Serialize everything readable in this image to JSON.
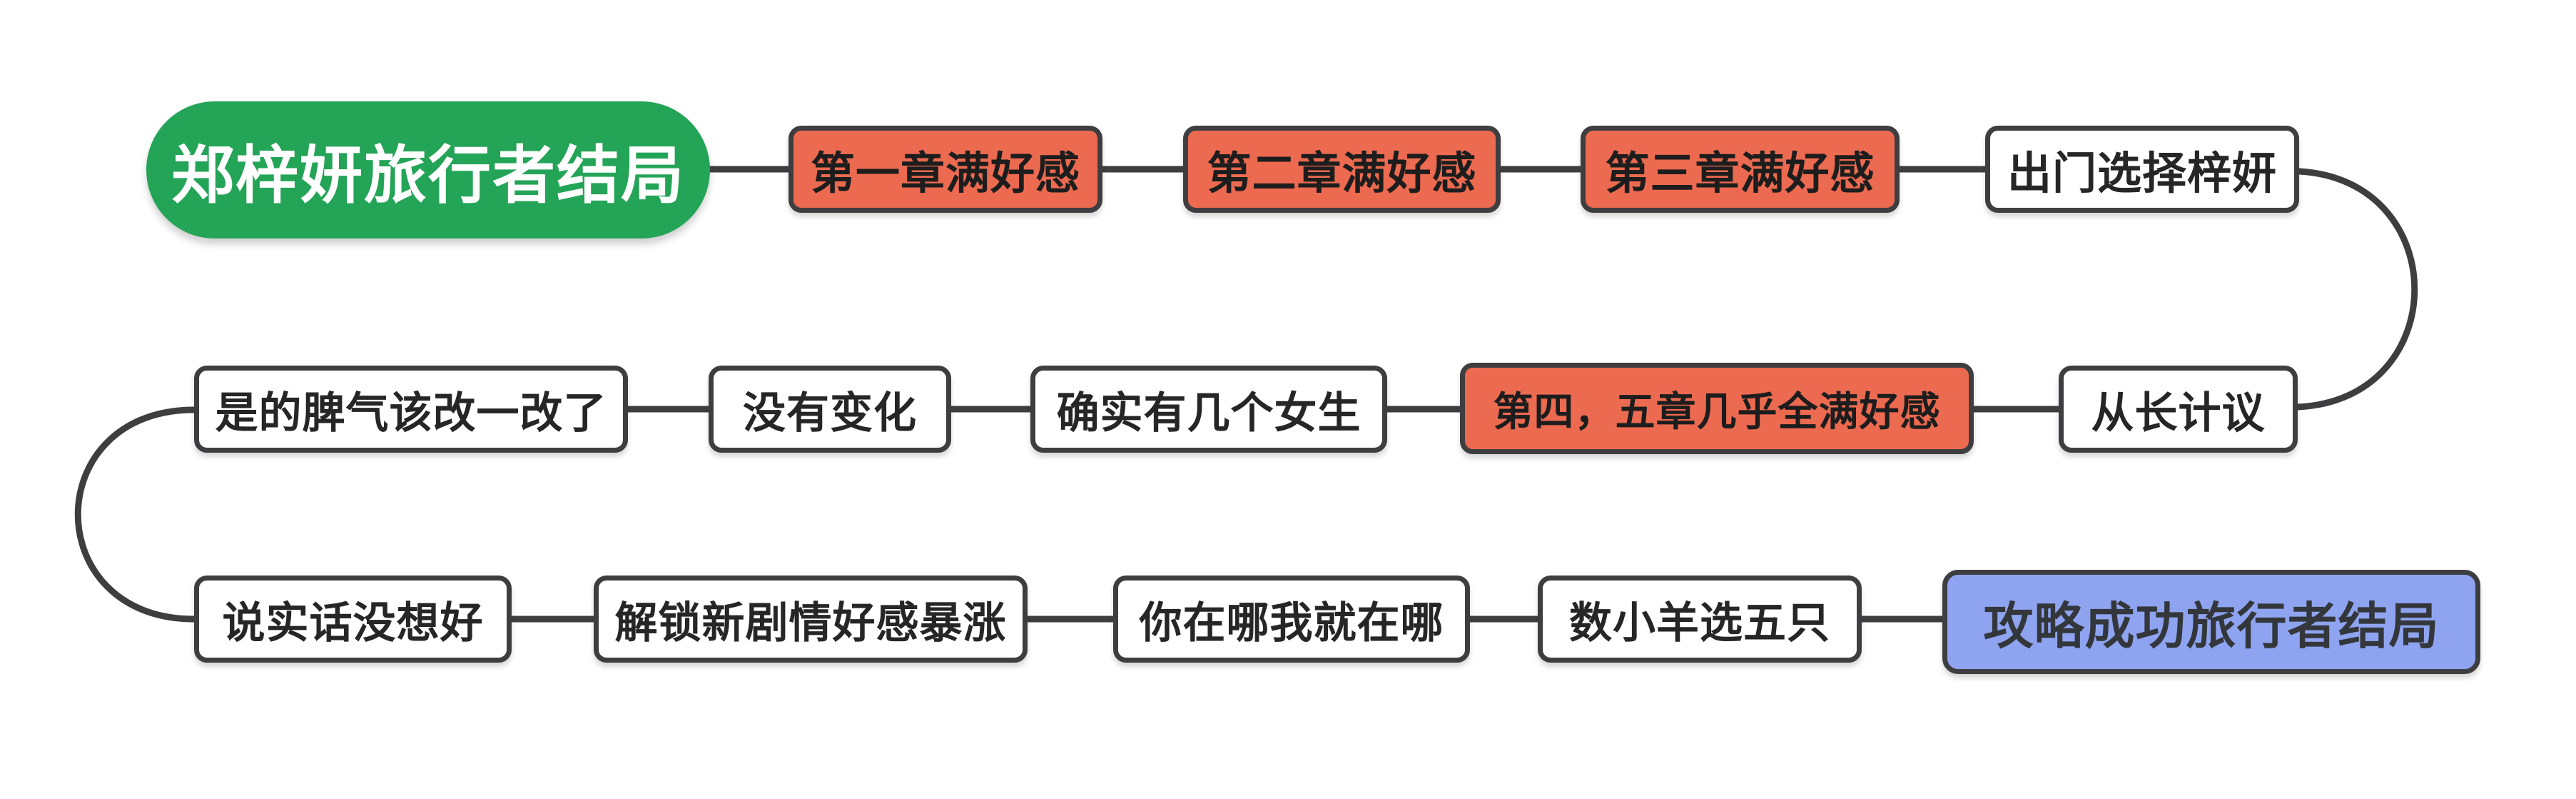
{
  "diagram": {
    "background": "#ffffff",
    "colors": {
      "root_fill": "#23a457",
      "root_text": "#ffffff",
      "milestone_fill": "#ec6a50",
      "step_fill": "#ffffff",
      "ending_fill": "#8fa4f0",
      "border_and_connector": "#3e3e41",
      "step_text": "#262626"
    }
  },
  "flow": {
    "nodes": [
      {
        "id": "root",
        "label": "郑梓妍旅行者结局",
        "variant": "root"
      },
      {
        "id": "chapter1",
        "label": "第一章满好感",
        "variant": "milestone"
      },
      {
        "id": "chapter2",
        "label": "第二章满好感",
        "variant": "milestone"
      },
      {
        "id": "chapter3",
        "label": "第三章满好感",
        "variant": "milestone"
      },
      {
        "id": "goout",
        "label": "出门选择梓妍",
        "variant": "step"
      },
      {
        "id": "plan",
        "label": "从长计议",
        "variant": "step"
      },
      {
        "id": "chapter45",
        "label": "第四，五章几乎全满好感",
        "variant": "milestone"
      },
      {
        "id": "girls",
        "label": "确实有几个女生",
        "variant": "step"
      },
      {
        "id": "nochange",
        "label": "没有变化",
        "variant": "step"
      },
      {
        "id": "temper",
        "label": "是的脾气该改一改了",
        "variant": "step"
      },
      {
        "id": "undecided",
        "label": "说实话没想好",
        "variant": "step"
      },
      {
        "id": "unlock",
        "label": "解锁新剧情好感暴涨",
        "variant": "step"
      },
      {
        "id": "wherever",
        "label": "你在哪我就在哪",
        "variant": "step"
      },
      {
        "id": "sheep",
        "label": "数小羊选五只",
        "variant": "step"
      },
      {
        "id": "success",
        "label": "攻略成功旅行者结局",
        "variant": "ending"
      }
    ],
    "edges": [
      [
        "root",
        "chapter1"
      ],
      [
        "chapter1",
        "chapter2"
      ],
      [
        "chapter2",
        "chapter3"
      ],
      [
        "chapter3",
        "goout"
      ],
      [
        "goout",
        "plan"
      ],
      [
        "plan",
        "chapter45"
      ],
      [
        "chapter45",
        "girls"
      ],
      [
        "girls",
        "nochange"
      ],
      [
        "nochange",
        "temper"
      ],
      [
        "temper",
        "undecided"
      ],
      [
        "undecided",
        "unlock"
      ],
      [
        "unlock",
        "wherever"
      ],
      [
        "wherever",
        "sheep"
      ],
      [
        "sheep",
        "success"
      ]
    ]
  }
}
